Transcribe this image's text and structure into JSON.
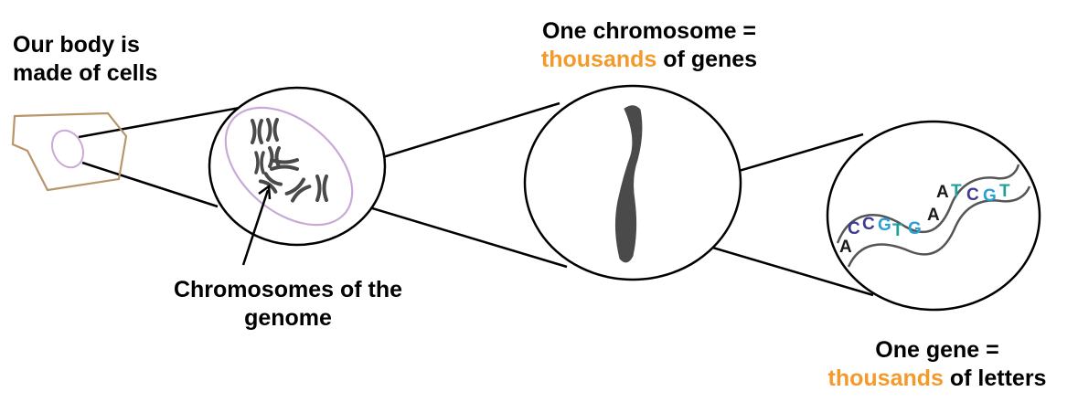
{
  "labels": {
    "cells_line1": "Our body is",
    "cells_line2": "made of cells",
    "chromosomes_line1": "Chromosomes of the",
    "chromosomes_line2": "genome",
    "chromosome_title": "One chromosome =",
    "chromosome_highlight": "thousands",
    "chromosome_rest": " of genes",
    "gene_title": "One gene =",
    "gene_highlight": "thousands",
    "gene_rest": " of letters"
  },
  "dna_letters": [
    {
      "text": "A",
      "color": "#1a1a1a"
    },
    {
      "text": "C",
      "color": "#3b3b8f"
    },
    {
      "text": "C",
      "color": "#3b3b8f"
    },
    {
      "text": "G",
      "color": "#2aa0d6"
    },
    {
      "text": "T",
      "color": "#1fa19a"
    },
    {
      "text": "G",
      "color": "#2aa0d6"
    },
    {
      "text": "A",
      "color": "#1a1a1a"
    },
    {
      "text": "A",
      "color": "#1a1a1a"
    },
    {
      "text": "T",
      "color": "#1fa19a"
    },
    {
      "text": "C",
      "color": "#3b3b8f"
    },
    {
      "text": "G",
      "color": "#2aa0d6"
    },
    {
      "text": "T",
      "color": "#1fa19a"
    }
  ],
  "colors": {
    "highlight": "#f39a2b",
    "cell_outline": "#b8956a",
    "nucleus_outline": "#c9a9d6",
    "chromosome_fill": "#4a4a4a"
  }
}
